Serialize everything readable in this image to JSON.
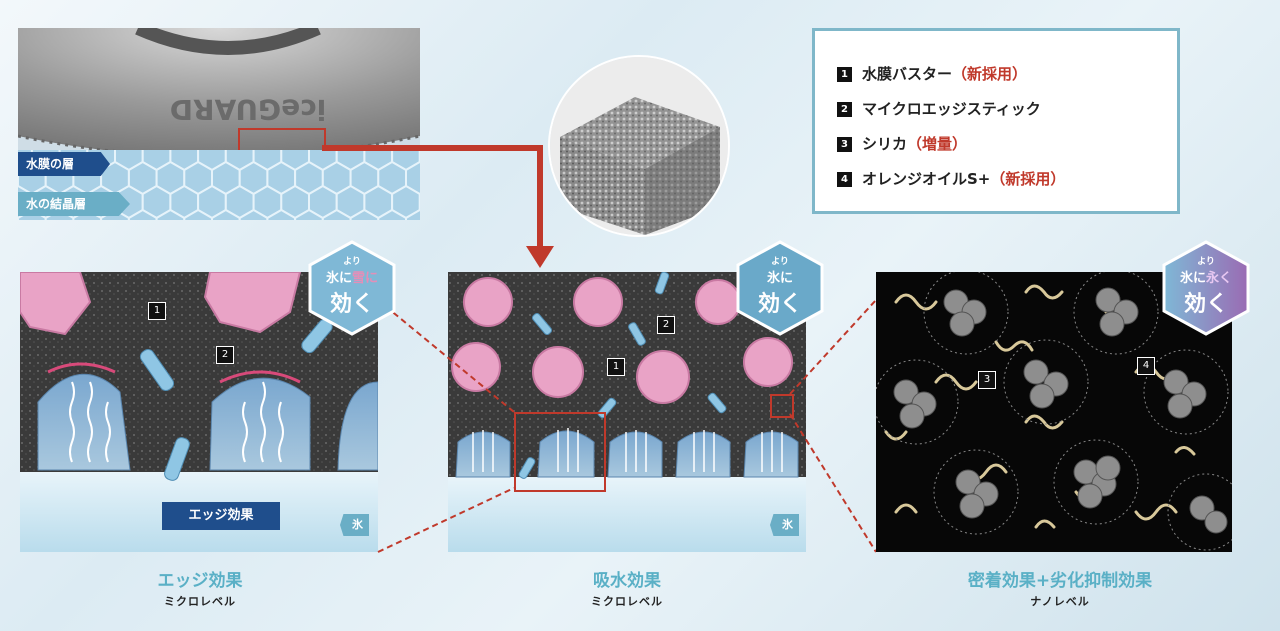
{
  "tire": {
    "brand_text": "iceGUARD"
  },
  "layers": {
    "water_film": "水膜の層",
    "ice_crystal": "水の結晶層"
  },
  "legend": {
    "items": [
      {
        "num": "1",
        "label": "水膜バスター",
        "note": "（新採用）"
      },
      {
        "num": "2",
        "label": "マイクロエッジスティック",
        "note": ""
      },
      {
        "num": "3",
        "label": "シリカ",
        "note": "（増量）"
      },
      {
        "num": "4",
        "label": "オレンジオイルS+",
        "note": "（新採用）"
      }
    ]
  },
  "badges": {
    "left": {
      "top": "より",
      "line1a": "氷に",
      "line1b": "雪に",
      "line2": "効く"
    },
    "middle": {
      "top": "より",
      "line1": "氷に",
      "line2": "効く"
    },
    "right": {
      "top": "より",
      "line1a": "氷に",
      "line1b": "永く",
      "line2": "効く"
    }
  },
  "panels": {
    "left": {
      "edge_label": "エッジ効果",
      "ice_label": "氷",
      "caption_main": "エッジ効果",
      "caption_sub": "ミクロレベル"
    },
    "middle": {
      "ice_label": "氷",
      "caption_main": "吸水効果",
      "caption_sub": "ミクロレベル"
    },
    "right": {
      "caption_main": "密着効果+劣化抑制効果",
      "caption_sub": "ナノレベル"
    }
  },
  "markers": {
    "one": "1",
    "two": "2",
    "three": "3",
    "four": "4"
  },
  "colors": {
    "accent": "#5ab0c6",
    "red": "#c0392b",
    "navy": "#1f4e8c"
  }
}
